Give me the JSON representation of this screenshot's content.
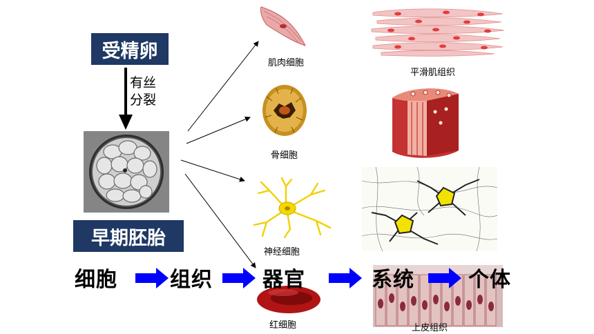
{
  "zygote": "受精卵",
  "division": {
    "line1": "有丝",
    "line2": "分裂"
  },
  "embryo": "早期胚胎",
  "cells": {
    "muscle": "肌肉细胞",
    "bone": "骨细胞",
    "nerve": "神经细胞",
    "red_blood": "红细胞"
  },
  "tissues": {
    "smooth_muscle": "平滑肌组织",
    "epithelial": "上皮组织"
  },
  "flow": [
    "细胞",
    "组织",
    "器官",
    "系统",
    "个体"
  ],
  "colors": {
    "label_bg": "#1f3864",
    "flow_arrow": "#0000ff"
  }
}
